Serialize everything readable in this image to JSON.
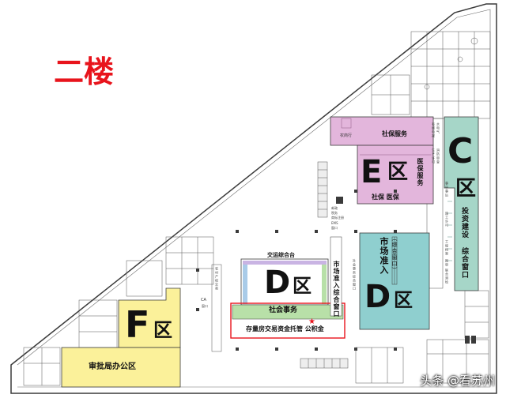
{
  "map": {
    "floor_title": "二楼",
    "zones": {
      "C": {
        "letter": "C",
        "area_char": "区",
        "label": "投资建设 综合窗口",
        "color": "#a6d6c8"
      },
      "E": {
        "letter": "E",
        "area_char": "区",
        "top_label": "社保服务",
        "side_label": "医保服务",
        "bottom_label": "社保  医保",
        "color": "#e3b6dc"
      },
      "D_market": {
        "letter": "D",
        "area_char": "区",
        "label": "市场准入",
        "sub_label": "（综合窗口）",
        "color": "#8fcfcf"
      },
      "D_social": {
        "letter": "D",
        "area_char": "区",
        "top_label": "交运综合台",
        "label": "社会事务",
        "side_label": "市场准入综合窗口",
        "side_label_small": "社会事务综合窗口",
        "color": "#ffffff"
      },
      "F": {
        "letter": "F",
        "area_char": "区",
        "label": "审批局办公区",
        "color": "#fbf19a"
      }
    },
    "highlight": {
      "text": "存量房交易资金托管  公积金",
      "border_color": "#e8141c"
    },
    "small_labels": {
      "bank": "农商行",
      "ems_lines": [
        "邮政",
        "税务",
        "商标注册",
        "EMS",
        "窗口"
      ],
      "ca": "CA",
      "ca_sub": "窗口",
      "vertical_left": "农村产权交易",
      "right_col_1": "事中事后",
      "right_col_2": "施工许可",
      "right_col_3": "工程档案",
      "right_col_4": "图审",
      "right_col_5": "联合测绘",
      "right_top_lines": [
        "水电气",
        "有线电视",
        "生产许可",
        "消防审查"
      ]
    },
    "watermark": "头条 @看苏州",
    "colors": {
      "accent_red": "#e8141c",
      "line": "#3a3a3a",
      "room_fill": "#ffffff"
    }
  }
}
